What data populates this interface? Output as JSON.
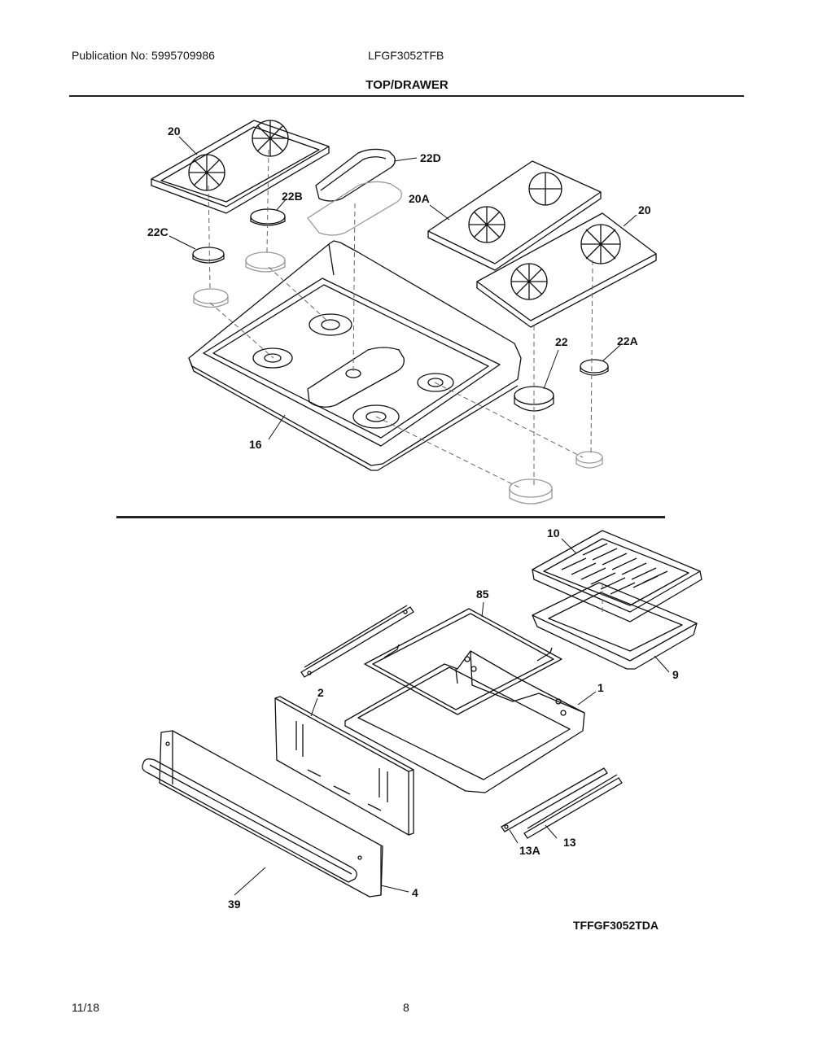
{
  "header": {
    "publication": "Publication No: 5995709986",
    "model": "LFGF3052TFB",
    "section_title": "TOP/DRAWER"
  },
  "callouts": {
    "c20a": "20",
    "c22d": "22D",
    "c22b": "22B",
    "c20b": "20A",
    "c20c": "20",
    "c22c": "22C",
    "c22": "22",
    "c22a": "22A",
    "c16": "16",
    "c10": "10",
    "c85": "85",
    "c9": "9",
    "c2": "2",
    "c1": "1",
    "c13": "13",
    "c13a": "13A",
    "c39": "39",
    "c4": "4"
  },
  "figure_code": "TFFGF3052TDA",
  "footer": {
    "date": "11/18",
    "page": "8"
  }
}
